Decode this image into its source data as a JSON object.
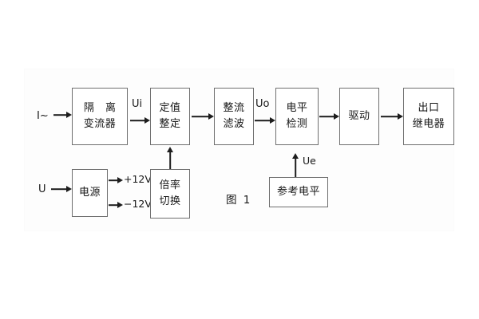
{
  "figure": {
    "caption": "图 1",
    "background_color": "#ffffff",
    "line_color": "#1d1d1d",
    "box_border_color": "#6f6f6f",
    "text_color": "#171717"
  },
  "inputs": {
    "current": "I~",
    "voltage": "U"
  },
  "signals": {
    "ui": "Ui",
    "uo": "Uo",
    "ue": "Ue"
  },
  "power_rails": {
    "positive": "+12V",
    "negative": "−12V"
  },
  "blocks": [
    {
      "id": "isolation-transformer",
      "lines": [
        "隔 离",
        "变流器"
      ]
    },
    {
      "id": "setting-value",
      "lines": [
        "定值",
        "整定"
      ]
    },
    {
      "id": "rectifier-filter",
      "lines": [
        "整流",
        "滤波"
      ]
    },
    {
      "id": "level-detection",
      "lines": [
        "电平",
        "检测"
      ]
    },
    {
      "id": "driver",
      "lines": [
        "驱动"
      ]
    },
    {
      "id": "output-relay",
      "lines": [
        "出口",
        "继电器"
      ]
    },
    {
      "id": "power-supply",
      "lines": [
        "电源"
      ]
    },
    {
      "id": "multiplier-switch",
      "lines": [
        "倍率",
        "切换"
      ]
    },
    {
      "id": "reference-level",
      "lines": [
        "参考电平"
      ]
    }
  ]
}
